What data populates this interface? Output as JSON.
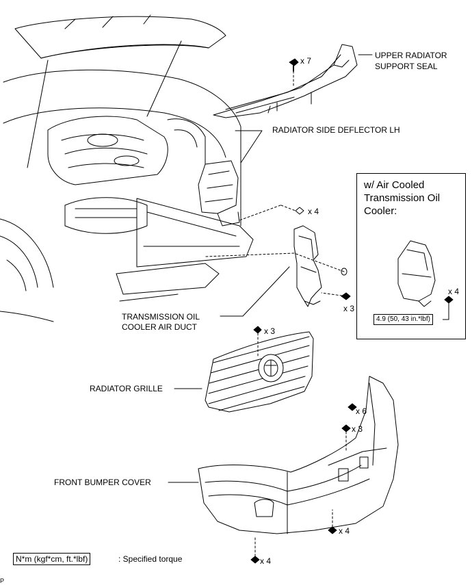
{
  "labels": {
    "upper_radiator_support_seal_line1": "UPPER RADIATOR",
    "upper_radiator_support_seal_line2": "SUPPORT SEAL",
    "radiator_side_deflector": "RADIATOR SIDE DEFLECTOR LH",
    "transmission_duct_line1": "TRANSMISSION OIL",
    "transmission_duct_line2": "COOLER AIR DUCT",
    "radiator_grille": "RADIATOR GRILLE",
    "front_bumper_cover": "FRONT BUMPER COVER"
  },
  "fastener_counts": {
    "seal_clips": "x 7",
    "duct_clips": "x 4",
    "duct_bolts": "x 3",
    "grille_clips": "x 3",
    "bumper_clips_upper": "x 6",
    "bumper_clips_mid": "x 3",
    "bumper_clips_lower": "x 4",
    "bumper_screws_bottom": "x 4",
    "inset_bolts": "x 4"
  },
  "inset": {
    "title": "w/ Air Cooled Transmission Oil Cooler:",
    "torque": "4.9 (50, 43 in.*lbf)"
  },
  "legend": {
    "torque_unit": "N*m (kgf*cm, ft.*lbf)",
    "description": ": Specified torque"
  },
  "corner_mark": "P"
}
